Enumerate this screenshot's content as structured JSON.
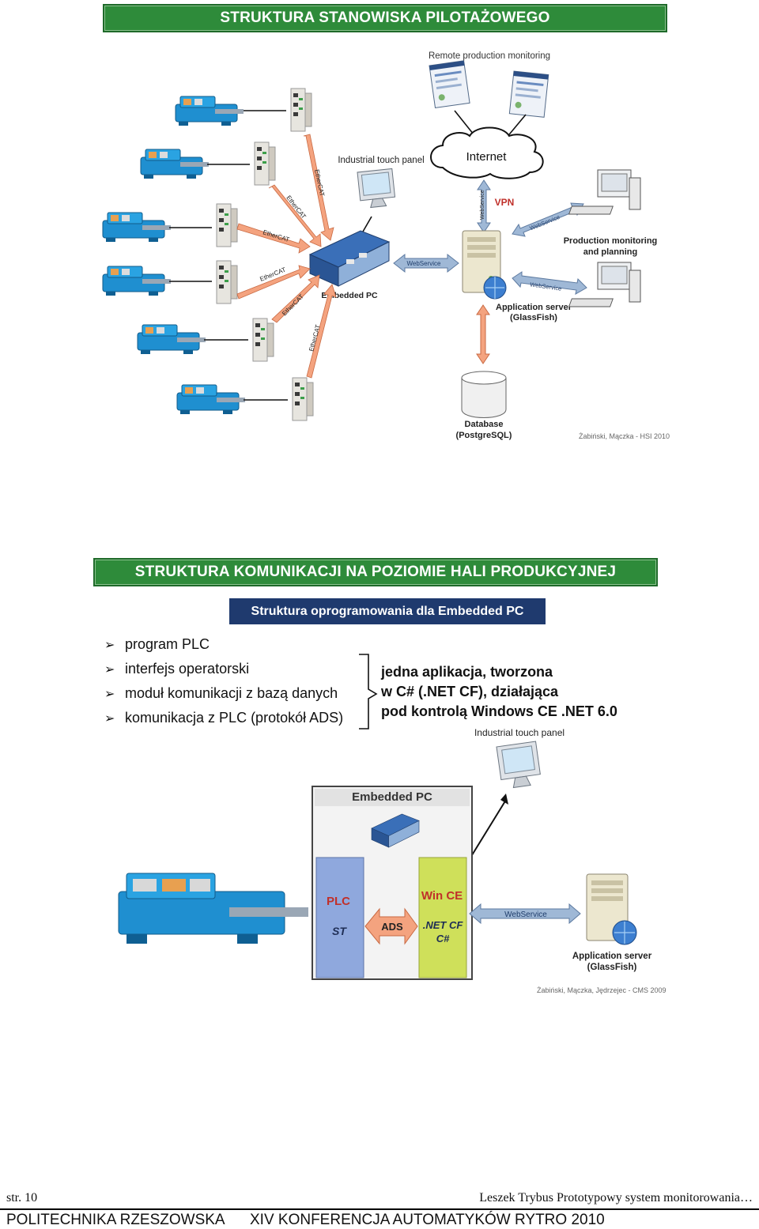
{
  "section1": {
    "title": "STRUKTURA STANOWISKA PILOTAŻOWEGO",
    "labels": {
      "remote": "Remote production monitoring",
      "internet": "Internet",
      "vpn": "VPN",
      "touch_panel": "Industrial touch panel",
      "embedded_pc": "Embedded PC",
      "webservice": "WebService",
      "ethercat": "EtherCAT",
      "production_line1": "Production monitoring",
      "production_line2": "and planning",
      "app_server_line1": "Application server",
      "app_server_line2": "(GlassFish)",
      "database_line1": "Database",
      "database_line2": "(PostgreSQL)"
    },
    "credit": "Żabiński, Mączka - HSI 2010"
  },
  "section2": {
    "title": "STRUKTURA KOMUNIKACJI NA POZIOMIE HALI PRODUKCYJNEJ",
    "subtitle": "Struktura oprogramowania dla Embedded PC",
    "bullets": [
      "program PLC",
      "interfejs operatorski",
      "moduł komunikacji z bazą danych",
      "komunikacja z  PLC (protokół ADS)"
    ],
    "description": [
      "jedna aplikacja, tworzona",
      "w C# (.NET CF),  działająca",
      "pod kontrolą Windows CE .NET 6.0"
    ],
    "labels": {
      "touch_panel": "Industrial touch panel",
      "embedded_pc": "Embedded PC",
      "plc": "PLC",
      "st": "ST",
      "ads": "ADS",
      "wince": "Win CE",
      "netcf": ".NET CF",
      "csharp": "C#",
      "webservice": "WebService",
      "app_server_line1": "Application server",
      "app_server_line2": "(GlassFish)"
    },
    "credit": "Żabiński, Mączka, Jędrzejec - CMS 2009"
  },
  "footer": {
    "page": "str. 10",
    "author_title": "Leszek Trybus Prototypowy system monitorowania…",
    "university": "POLITECHNIKA RZESZOWSKA",
    "conference": "XIV KONFERENCJA  AUTOMATYKÓW  RYTRO  2010"
  },
  "colors": {
    "banner_green": "#2e8b3a",
    "subbanner_navy": "#1f3a6e",
    "machine_blue": "#1f8fd0",
    "arrow_salmon": "#f4a37f",
    "arrow_blue": "#9fb8d6",
    "plc_column": "#8fa8dd",
    "wince_column": "#cfe05a"
  },
  "icons": [
    "machine-icon",
    "io-terminal-icon",
    "embedded-pc-icon",
    "touch-panel-icon",
    "cloud-icon",
    "browser-window-icon",
    "server-icon",
    "workstation-icon",
    "database-icon",
    "bullet-arrow-icon",
    "bracket-icon"
  ]
}
